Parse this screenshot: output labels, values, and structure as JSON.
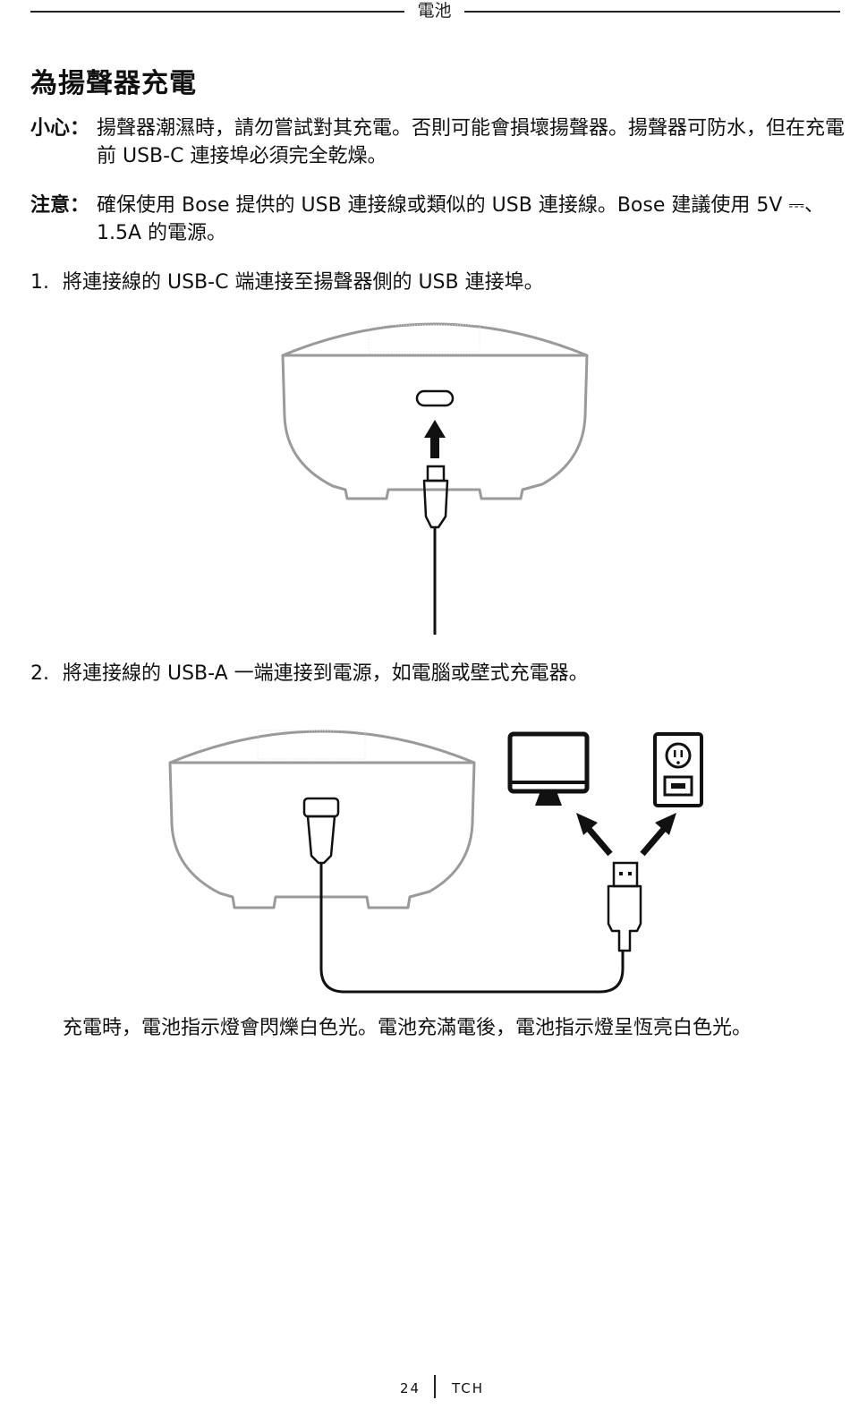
{
  "header": {
    "section": "電池"
  },
  "title": "為揚聲器充電",
  "caution": {
    "label": "小心：",
    "text": "揚聲器潮濕時，請勿嘗試對其充電。否則可能會損壞揚聲器。揚聲器可防水，但在充電前 USB-C 連接埠必須完全乾燥。"
  },
  "note": {
    "label": "注意：",
    "text": "確保使用 Bose 提供的 USB 連接線或類似的 USB 連接線。Bose 建議使用 5V ⎓、1.5A 的電源。"
  },
  "steps": [
    {
      "number": "1.",
      "text": "將連接線的 USB-C 端連接至揚聲器側的 USB 連接埠。"
    },
    {
      "number": "2.",
      "text": "將連接線的 USB-A 一端連接到電源，如電腦或壁式充電器。"
    }
  ],
  "caption": "充電時，電池指示燈會閃爍白色光。電池充滿電後，電池指示燈呈恆亮白色光。",
  "footer": {
    "page_number": "24",
    "language": "TCH"
  }
}
